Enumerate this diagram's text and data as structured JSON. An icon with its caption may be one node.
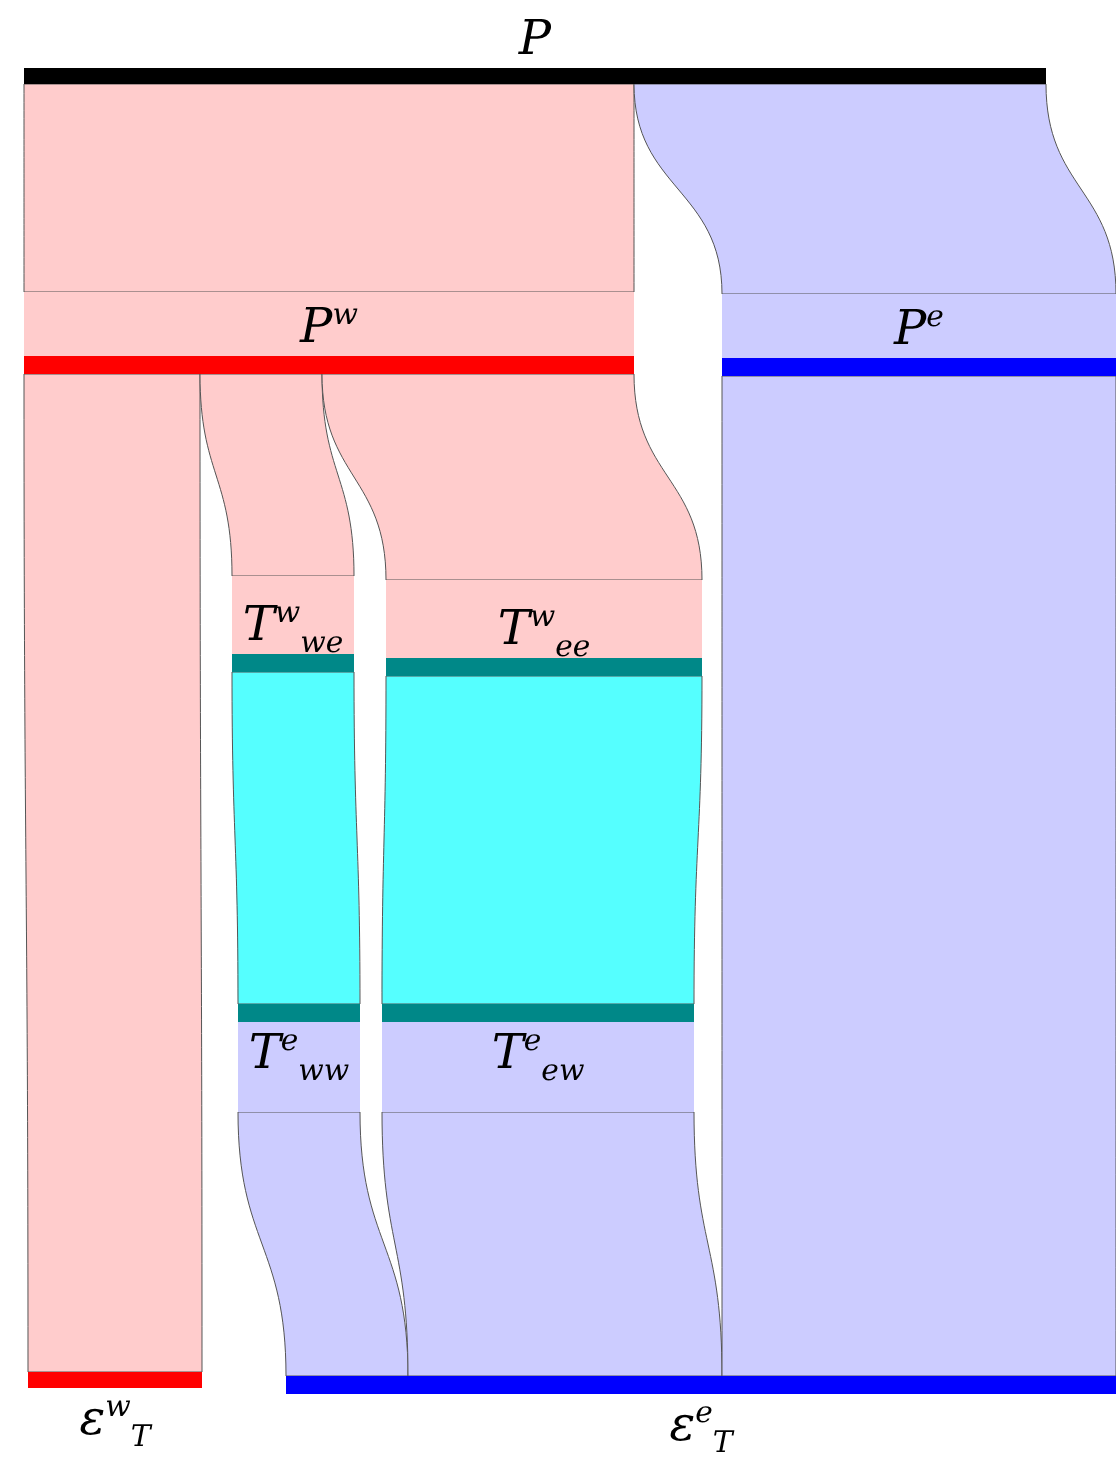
{
  "diagram": {
    "nodes": [
      {
        "text": [
          "P"
        ]
      },
      {
        "text": [
          "P$^{w}$"
        ]
      },
      {
        "text": [
          "P$^{e}$"
        ]
      },
      {
        "text": [
          "T$^{w}$$_{we}$"
        ]
      },
      {
        "text": [
          "T$^{w}$$_{ee}$"
        ]
      },
      {
        "text": [
          "T$^{e}$$_{ww}$"
        ]
      },
      {
        "text": [
          "T$^{e}$$_{ew}$"
        ]
      },
      {
        "text": [
          "ε$^{w}$$_{T}$"
        ]
      },
      {
        "text": [
          "ε$^{e}$$_{T}$"
        ]
      }
    ],
    "edges": [
      {
        "from": 0,
        "to": 1,
        "arrow": "none",
        "color": "#ffcccc"
      },
      {
        "from": 0,
        "to": 2,
        "arrow": "none",
        "color": "#ccccff"
      },
      {
        "from": 1,
        "to": 7,
        "arrow": "none",
        "color": "#ffcccc"
      },
      {
        "from": 1,
        "to": 3,
        "arrow": "none",
        "color": "#ffcccc"
      },
      {
        "from": 1,
        "to": 4,
        "arrow": "none",
        "color": "#ffcccc"
      },
      {
        "from": 3,
        "to": 5,
        "arrow": "none",
        "color": "#55ffff"
      },
      {
        "from": 4,
        "to": 6,
        "arrow": "none",
        "color": "#55ffff"
      },
      {
        "from": 5,
        "to": 8,
        "arrow": "none",
        "color": "#ccccff"
      },
      {
        "from": 6,
        "to": 8,
        "arrow": "none",
        "color": "#ccccff"
      },
      {
        "from": 2,
        "to": 8,
        "arrow": "none",
        "color": "#ccccff"
      }
    ]
  }
}
